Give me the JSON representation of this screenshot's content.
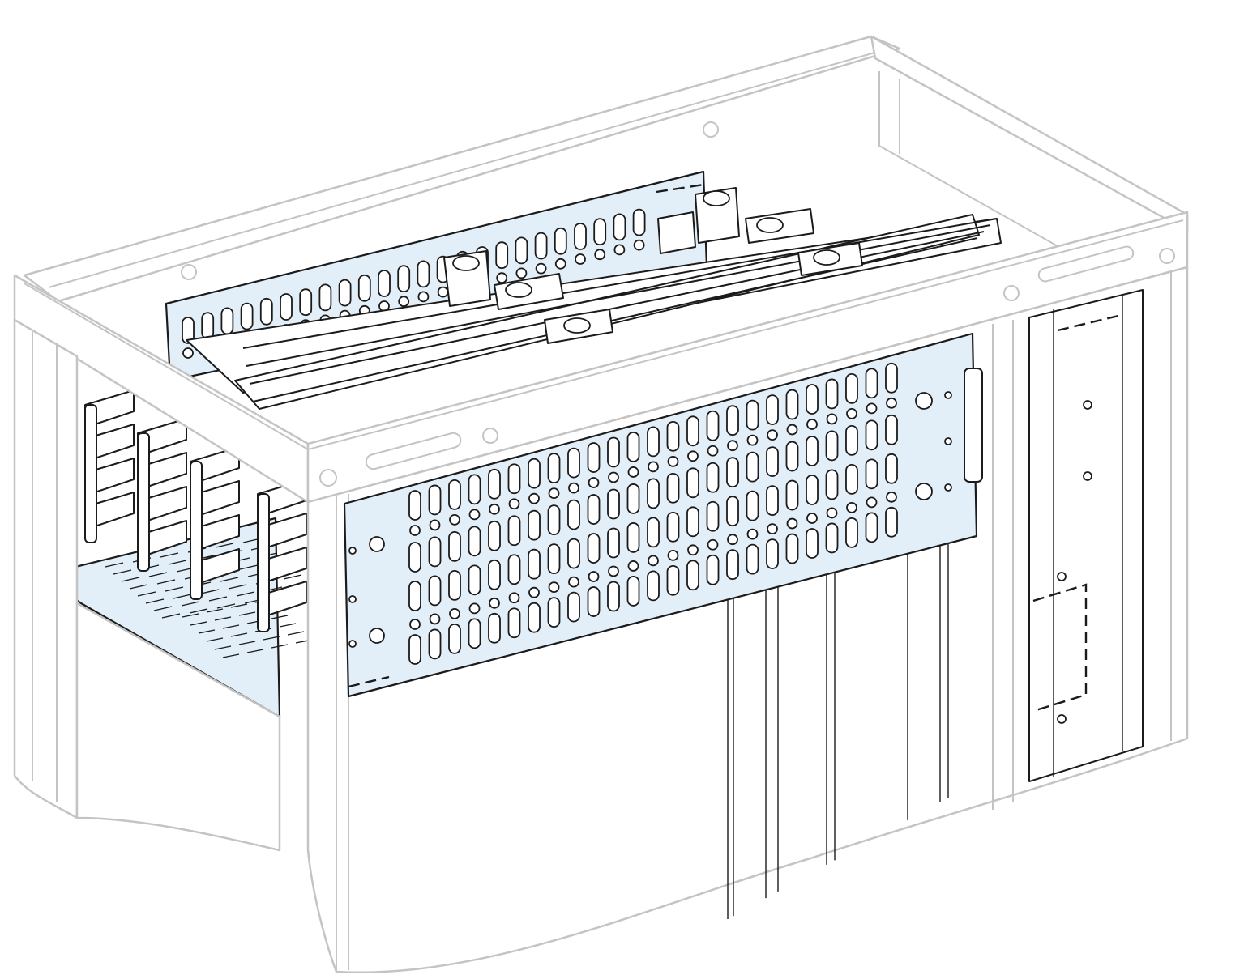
{
  "diagram": {
    "subject": "switchboard-enclosure-with-busbars",
    "colors": {
      "frame_stroke": "#c4c4c4",
      "panel_fill": "#e2eff8",
      "ink": "#1b1b1b",
      "background": "#ffffff"
    },
    "icons": [
      "frame",
      "perforated-panel",
      "busbar",
      "busbar-support",
      "floor-plate",
      "side-cover"
    ]
  }
}
